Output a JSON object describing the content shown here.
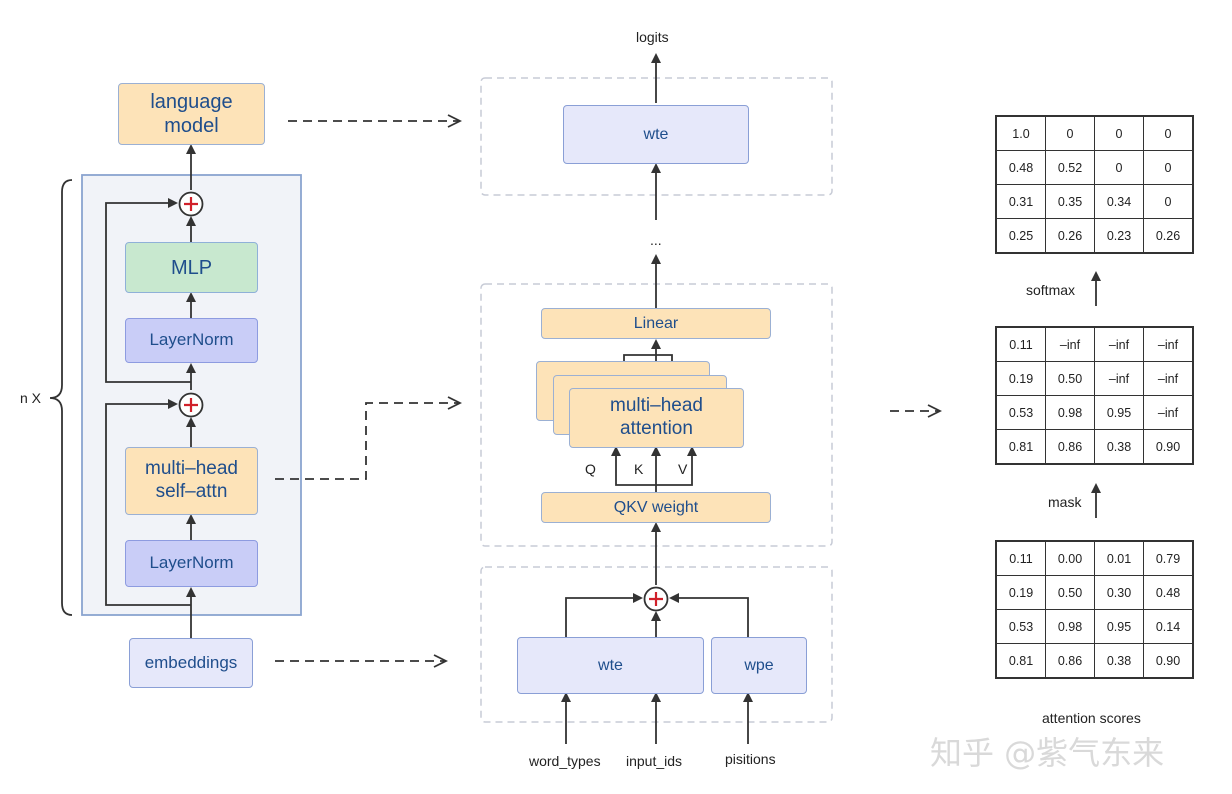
{
  "left": {
    "language_model": "language\nmodel",
    "mlp": "MLP",
    "layernorm_top": "LayerNorm",
    "attn": "multi–head\nself–attn",
    "layernorm_bottom": "LayerNorm",
    "embeddings": "embeddings",
    "repeat_label": "n X"
  },
  "middle": {
    "output_label": "logits",
    "wte_out": "wte",
    "ellipsis": "...",
    "linear": "Linear",
    "mha": "multi–head\nattention",
    "q": "Q",
    "k": "K",
    "v": "V",
    "qkv": "QKV weight",
    "wte_in": "wte",
    "wpe": "wpe",
    "input_word_types": "word_types",
    "input_ids": "input_ids",
    "input_positions": "pisitions"
  },
  "right": {
    "softmax_label": "softmax",
    "mask_label": "mask",
    "caption": "attention scores",
    "softmax_matrix": [
      [
        "1.0",
        "0",
        "0",
        "0"
      ],
      [
        "0.48",
        "0.52",
        "0",
        "0"
      ],
      [
        "0.31",
        "0.35",
        "0.34",
        "0"
      ],
      [
        "0.25",
        "0.26",
        "0.23",
        "0.26"
      ]
    ],
    "masked_matrix": [
      [
        "0.11",
        "–inf",
        "–inf",
        "–inf"
      ],
      [
        "0.19",
        "0.50",
        "–inf",
        "–inf"
      ],
      [
        "0.53",
        "0.98",
        "0.95",
        "–inf"
      ],
      [
        "0.81",
        "0.86",
        "0.38",
        "0.90"
      ]
    ],
    "scores_matrix": [
      [
        "0.11",
        "0.00",
        "0.01",
        "0.79"
      ],
      [
        "0.19",
        "0.50",
        "0.30",
        "0.48"
      ],
      [
        "0.53",
        "0.98",
        "0.95",
        "0.14"
      ],
      [
        "0.81",
        "0.86",
        "0.38",
        "0.90"
      ]
    ]
  },
  "watermark": "知乎 @紫气东来",
  "colors": {
    "orange": "#fde3b8",
    "purple": "#c9cdf7",
    "green": "#c8e8cf",
    "lavender": "#e6e8fa",
    "plus_red": "#d0202a",
    "text_blue": "#1f4e8c"
  }
}
